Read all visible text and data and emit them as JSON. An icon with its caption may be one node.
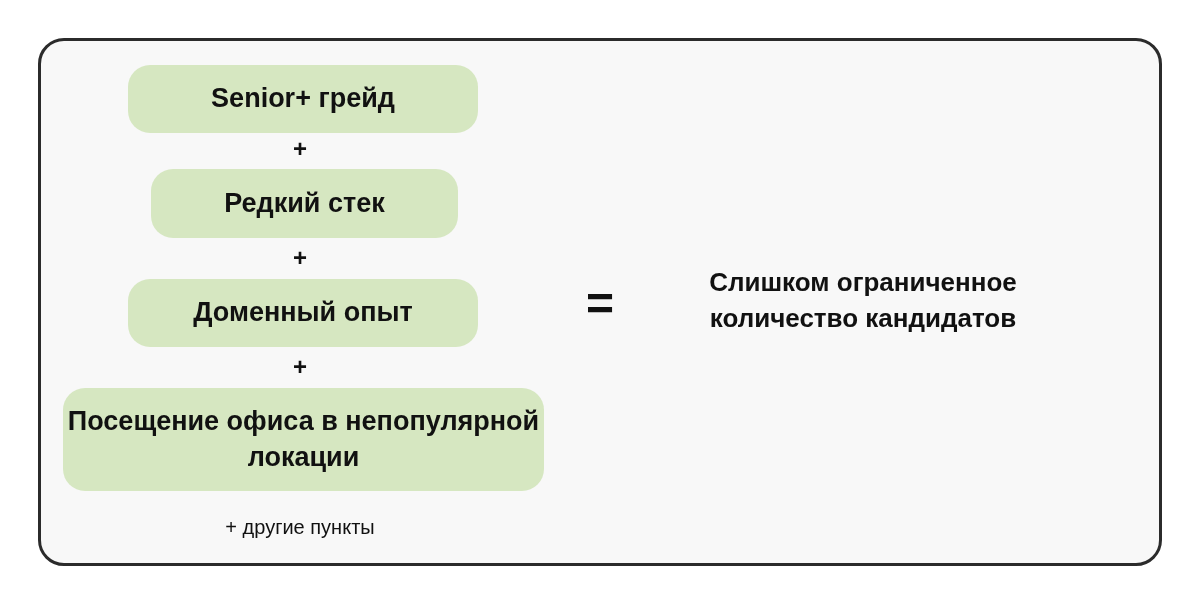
{
  "diagram": {
    "nodes": [
      {
        "text": [],
        "shape": "box"
      },
      {
        "text": [
          "Senior+ грейд"
        ],
        "in": 0
      },
      {
        "text": [
          "Редкий стек"
        ],
        "in": 0
      },
      {
        "text": [
          "Доменный опыт"
        ],
        "in": 0
      },
      {
        "text": [
          "Посещение офиса в непопулярной локации"
        ],
        "in": 0
      }
    ],
    "labels": [
      "+",
      "+",
      "+",
      "+ другие пункты",
      "=",
      "Слишком ограниченное количество кандидатов"
    ]
  }
}
